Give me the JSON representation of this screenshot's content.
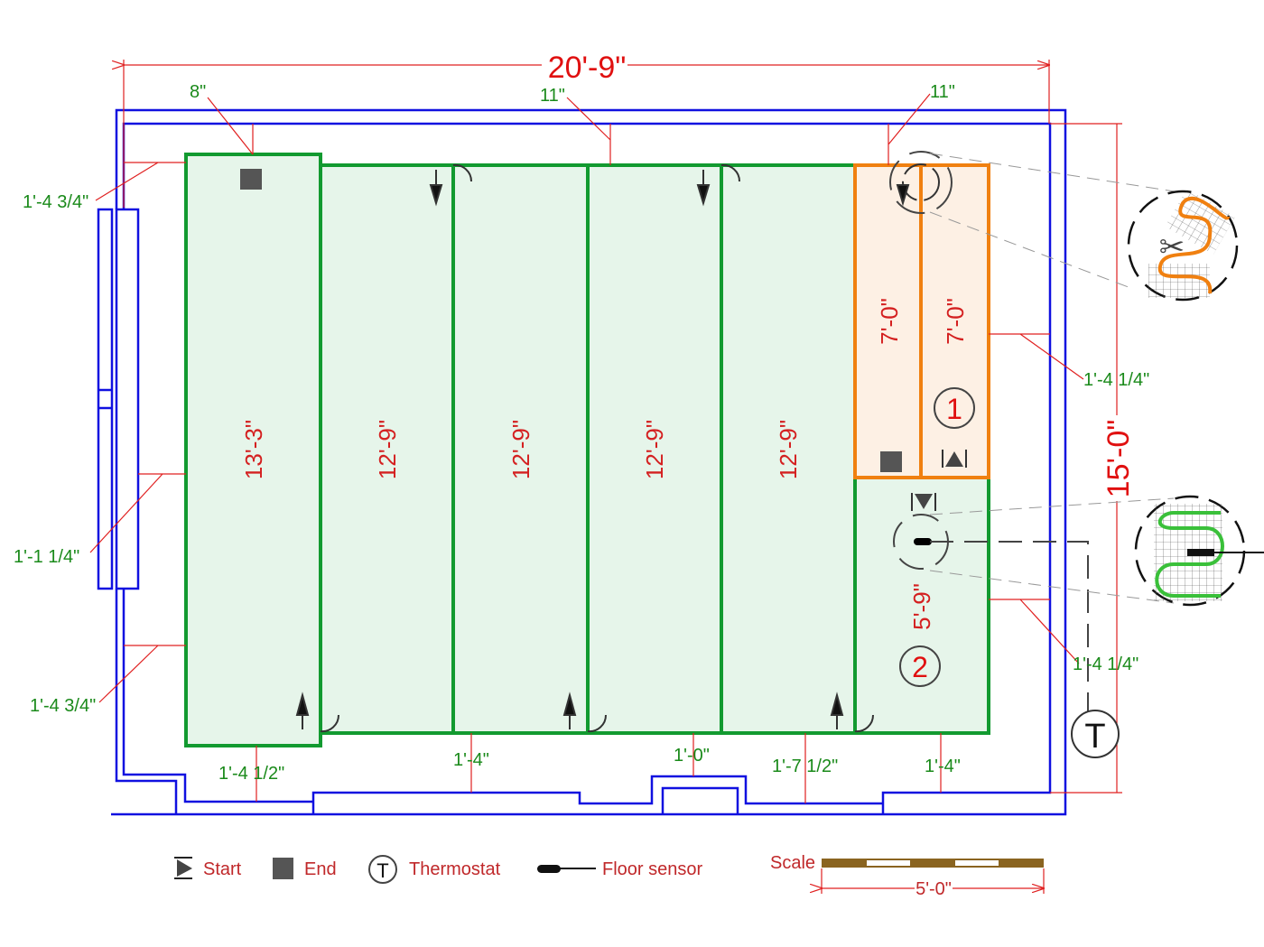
{
  "overall": {
    "width": "20'-9\"",
    "height": "15'-0\""
  },
  "clearances": {
    "top_left": "8\"",
    "top_mid": "11\"",
    "top_right": "11\"",
    "left_top": "1'-4 3/4\"",
    "left_mid": "1'-1 1/4\"",
    "left_bottom": "1'-4 3/4\"",
    "right_upper": "1'-4 1/4\"",
    "right_lower": "1'-4 1/4\"",
    "bottom": [
      "1'-4 1/2\"",
      "1'-4\"",
      "1'-0\"",
      "1'-7 1/2\"",
      "1'-4\""
    ]
  },
  "strips": [
    "13'-3\"",
    "12'-9\"",
    "12'-9\"",
    "12'-9\"",
    "12'-9\""
  ],
  "zone1": {
    "number": "1",
    "strips": [
      "7'-0\"",
      "7'-0\""
    ],
    "color": "#f08010"
  },
  "zone2": {
    "number": "2",
    "strip": "5'-9\"",
    "color": "#129a30"
  },
  "thermostat_symbol": "T",
  "legend": {
    "start": "Start",
    "end": "End",
    "thermostat": "Thermostat",
    "thermostat_symbol": "T",
    "floor_sensor": "Floor sensor"
  },
  "scale": {
    "label": "Scale",
    "length": "5'-0\""
  }
}
